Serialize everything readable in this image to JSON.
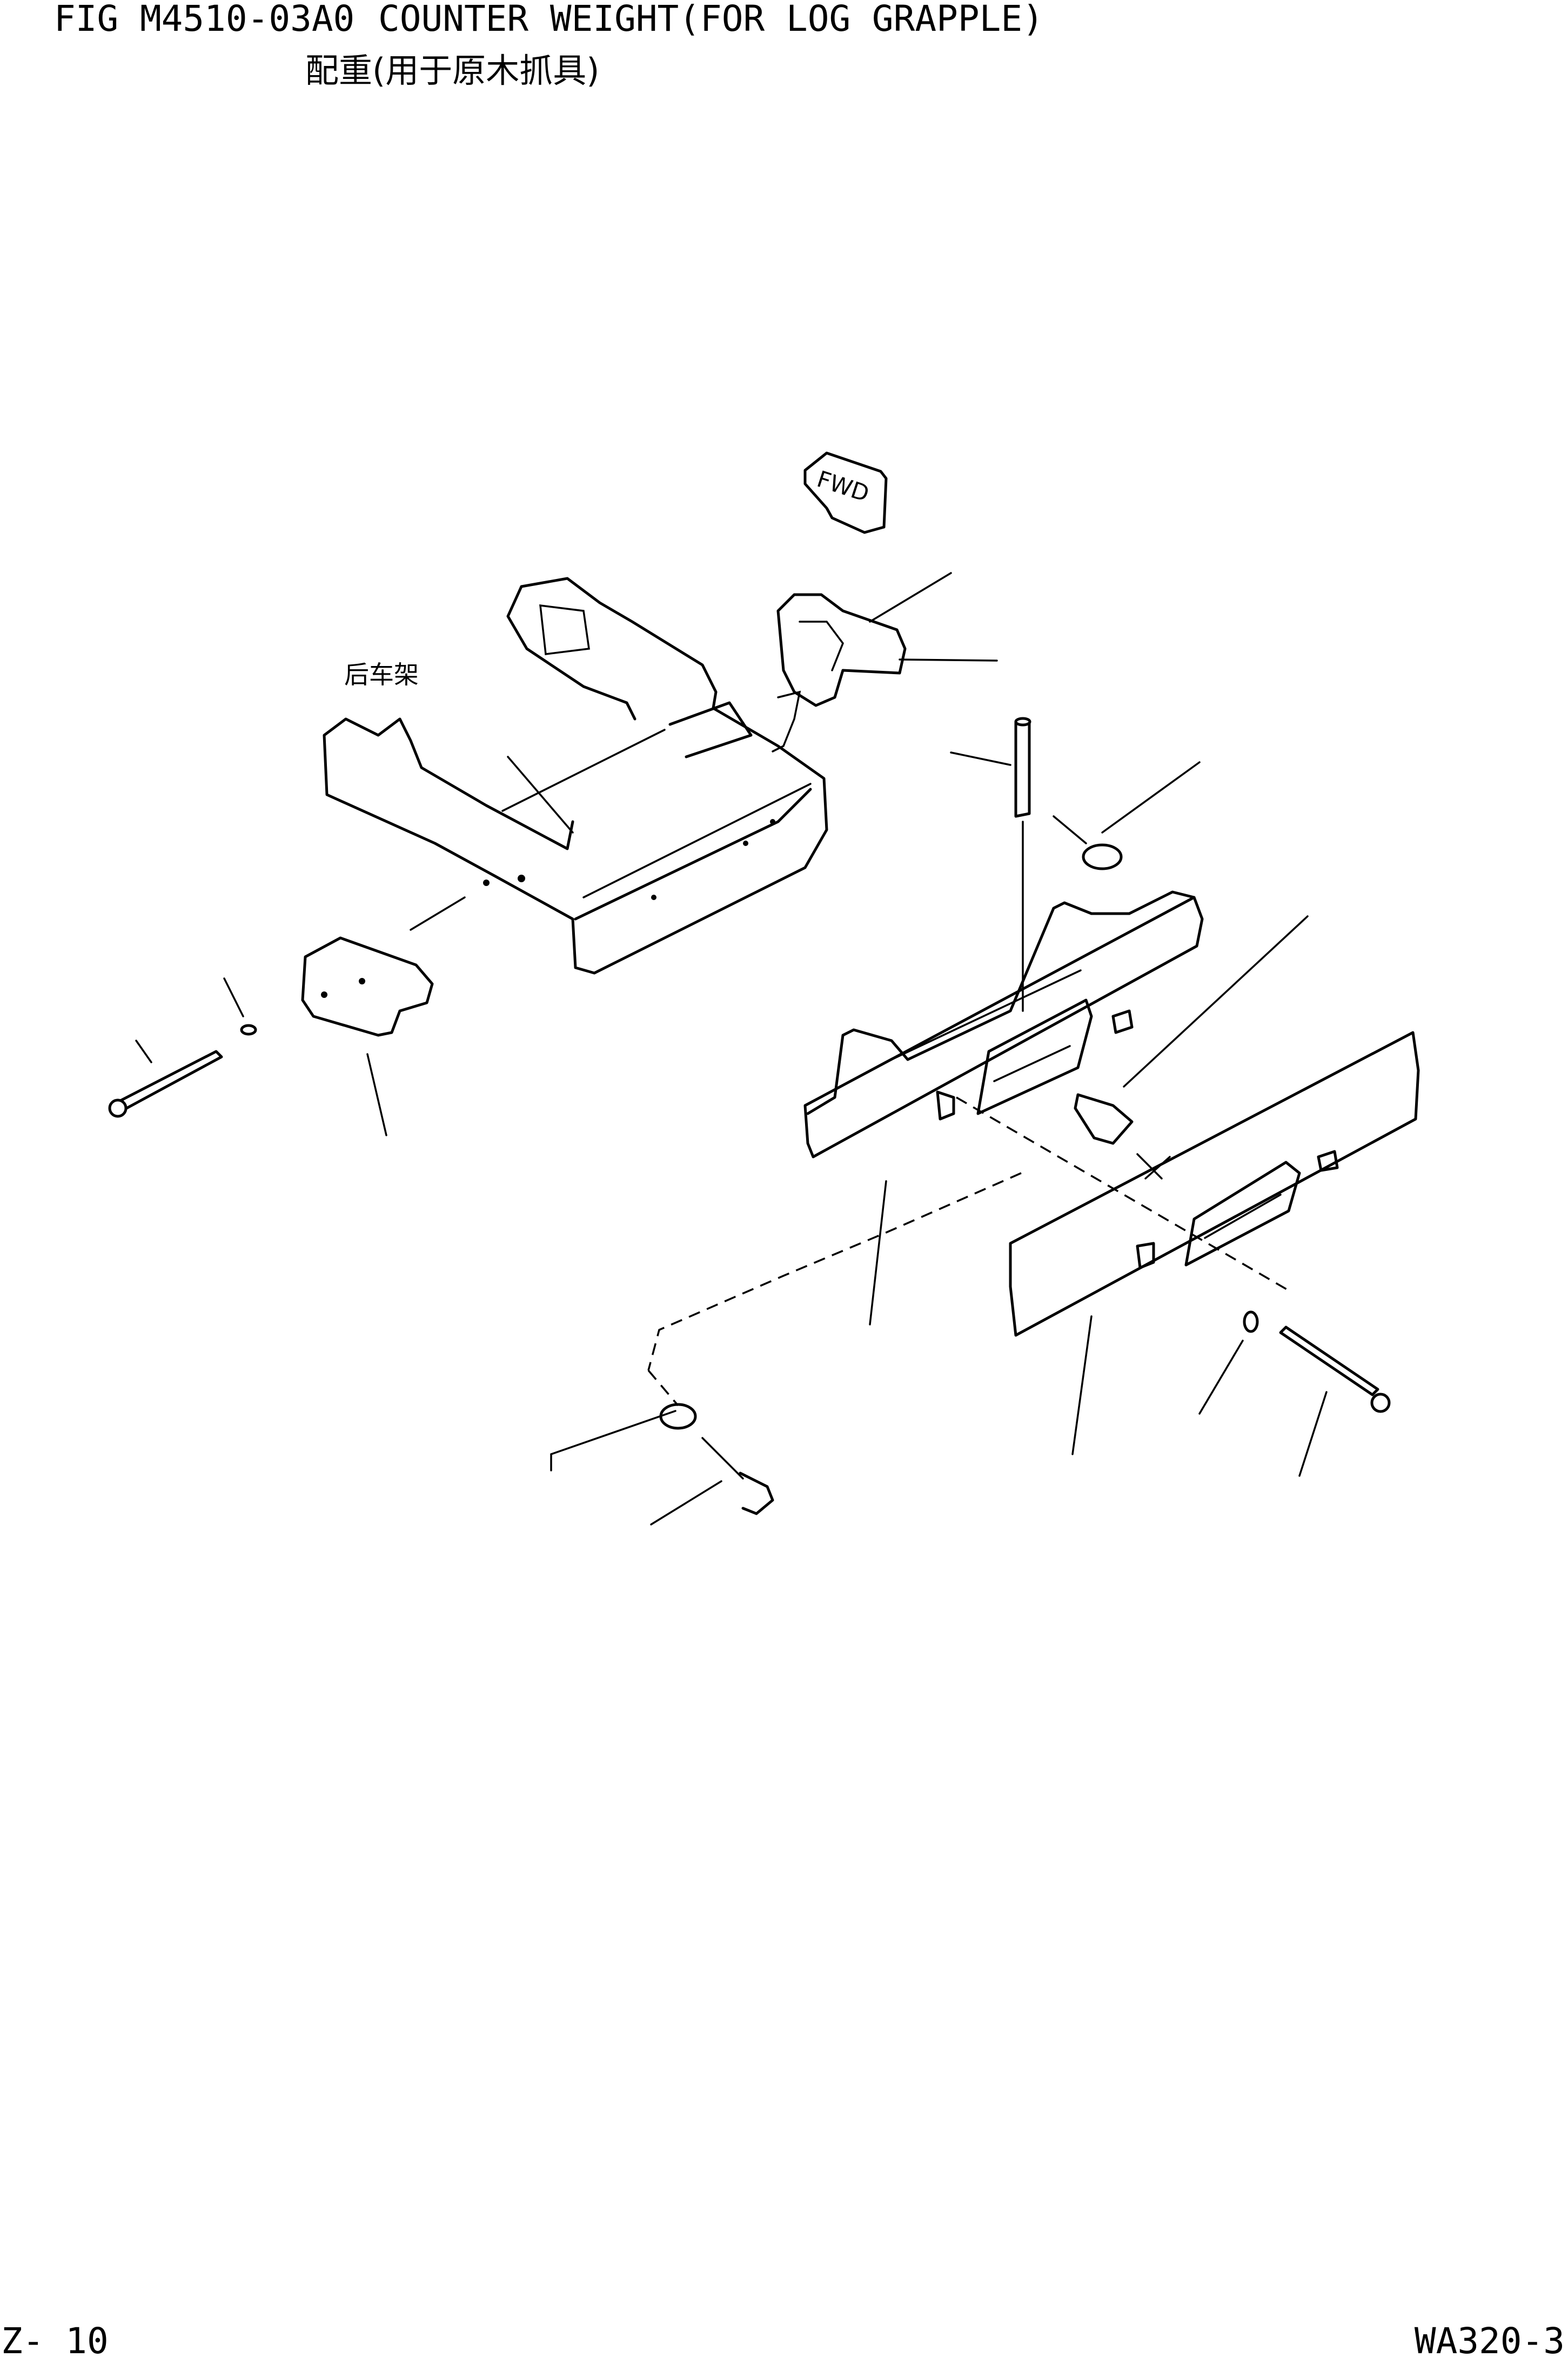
{
  "header": {
    "fig_number": "FIG M4510-03A0",
    "title_en": "COUNTER WEIGHT(FOR LOG GRAPPLE)",
    "title_zh": "配重(用于原木抓具)"
  },
  "drawing": {
    "labels": {
      "rear_frame": "后车架",
      "fwd_arrow": "FWD"
    }
  },
  "footer": {
    "page": "Z- 10",
    "model": "WA320-3"
  }
}
